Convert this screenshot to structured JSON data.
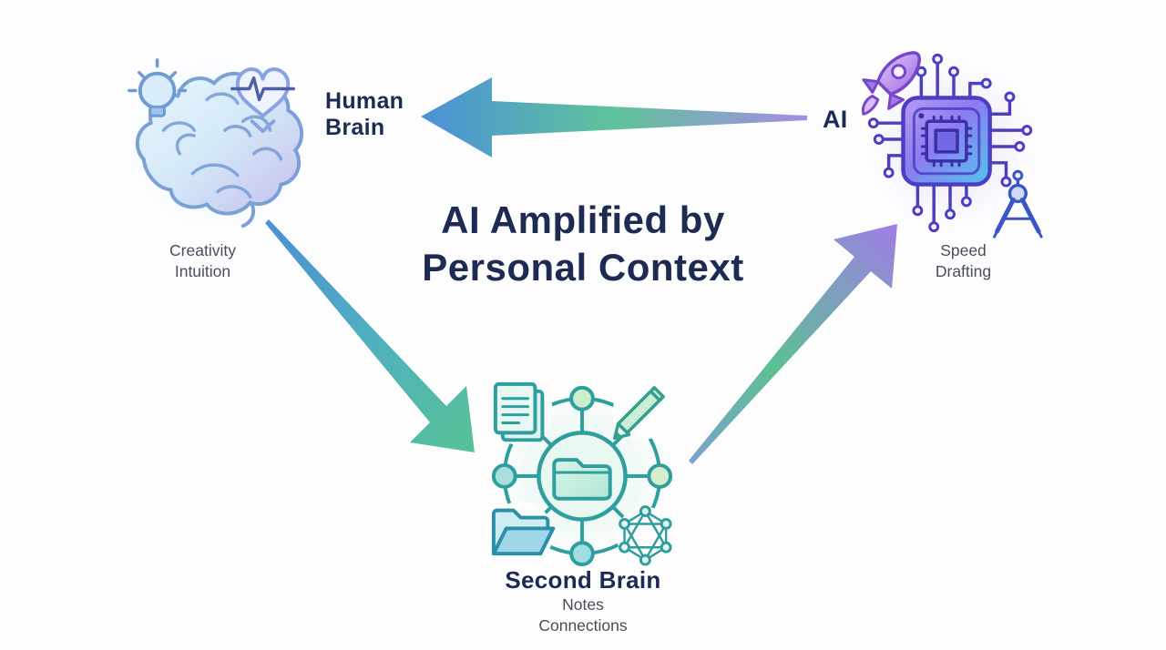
{
  "title": {
    "line1": "AI Amplified by",
    "line2": "Personal Context"
  },
  "nodes": {
    "human_brain": {
      "label_line1": "Human",
      "label_line2": "Brain",
      "trait_line1": "Creativity",
      "trait_line2": "Intuition",
      "icon": "brain-lightbulb-heart-icon"
    },
    "ai": {
      "label": "AI",
      "trait_line1": "Speed",
      "trait_line2": "Drafting",
      "icon": "chip-rocket-compass-icon"
    },
    "second_brain": {
      "label": "Second Brain",
      "trait_line1": "Notes",
      "trait_line2": "Connections",
      "icon": "folder-hub-network-icon"
    }
  },
  "arrows": [
    {
      "from": "ai",
      "to": "human_brain",
      "gradient": [
        "#a58ce4",
        "#5fc39a",
        "#4b90d8"
      ]
    },
    {
      "from": "human_brain",
      "to": "second_brain",
      "gradient": [
        "#4a8fd6",
        "#50b0c0",
        "#57c295"
      ]
    },
    {
      "from": "second_brain",
      "to": "ai",
      "gradient": [
        "#7aa2cd",
        "#5cc093",
        "#9f7ee6"
      ]
    }
  ],
  "colors": {
    "background": "#fdfdfe",
    "title_text": "#1d2a52",
    "label_text": "#1b2b52",
    "trait_text": "#474e5a",
    "teal_outline": "#2f9e9e",
    "indigo_outline": "#4a3fc4",
    "brain_outline": "#7ba0d6"
  }
}
